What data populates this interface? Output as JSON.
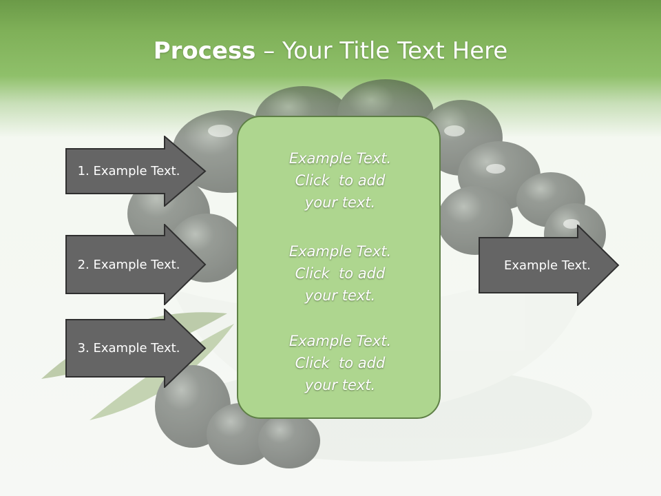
{
  "title": {
    "bold": "Process",
    "rest": " – Your Title Text Here"
  },
  "left_arrows": [
    {
      "label": "1. Example Text."
    },
    {
      "label": "2. Example Text."
    },
    {
      "label": "3. Example Text."
    }
  ],
  "center_blocks": [
    {
      "text": "Example Text.\nClick  to add\nyour text."
    },
    {
      "text": "Example Text.\nClick  to add\nyour text."
    },
    {
      "text": "Example Text.\nClick  to add\nyour text."
    }
  ],
  "right_arrow": {
    "label": "Example Text."
  },
  "colors": {
    "arrow_fill": "#656565",
    "arrow_stroke": "#2f2f2f",
    "box_fill": "#aed68f",
    "box_stroke": "#5e7f46",
    "header_green": "#7fb058"
  }
}
